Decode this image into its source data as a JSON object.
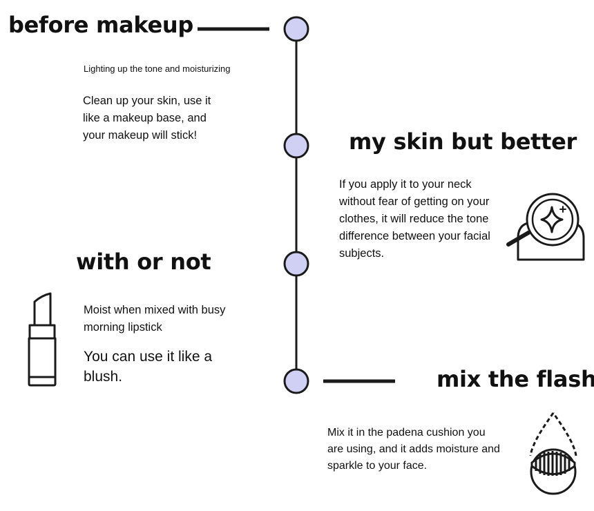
{
  "colors": {
    "node_fill": "#d0d0f5",
    "stroke": "#1a1a1a",
    "text": "#111111"
  },
  "timeline": {
    "steps": [
      {
        "title": "before makeup",
        "subtitle": "Lighting up the tone and moisturizing",
        "body": "Clean up your skin, use it like a makeup base, and your makeup will stick!"
      },
      {
        "title": "my skin but better",
        "body": "If you apply it to your neck without fear of getting on your clothes, it will reduce the tone difference between your facial subjects.",
        "icon": "magnifier-sparkle-icon"
      },
      {
        "title": "with or not",
        "body": "Moist when mixed with busy morning lipstick",
        "body2": "You can use it like a blush.",
        "icon": "lipstick-icon"
      },
      {
        "title": "mix the flash",
        "body": "Mix it in the padena cushion you are using, and it adds moisture and sparkle to your face.",
        "icon": "cushion-drop-icon"
      }
    ]
  }
}
